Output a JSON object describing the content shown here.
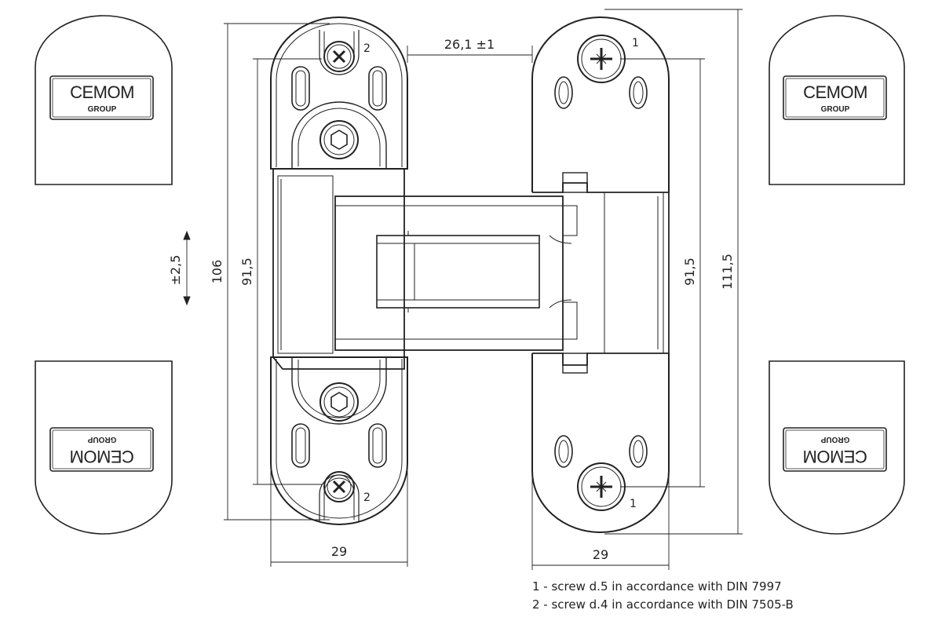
{
  "logo": {
    "brand": "CEMOM",
    "sub": "GROUP"
  },
  "dimensions": {
    "gap": "26,1 ±1",
    "height_left_outer": "106",
    "height_left_inner": "91,5",
    "adjust": "±2,5",
    "height_right_inner": "91,5",
    "height_right_outer": "111,5",
    "width_left": "29",
    "width_right": "29"
  },
  "callouts": {
    "screw1": "1",
    "screw2": "2"
  },
  "notes": [
    "1 - screw d.5 in accordance with DIN 7997",
    "2 - screw d.4 in accordance with DIN 7505-B"
  ]
}
